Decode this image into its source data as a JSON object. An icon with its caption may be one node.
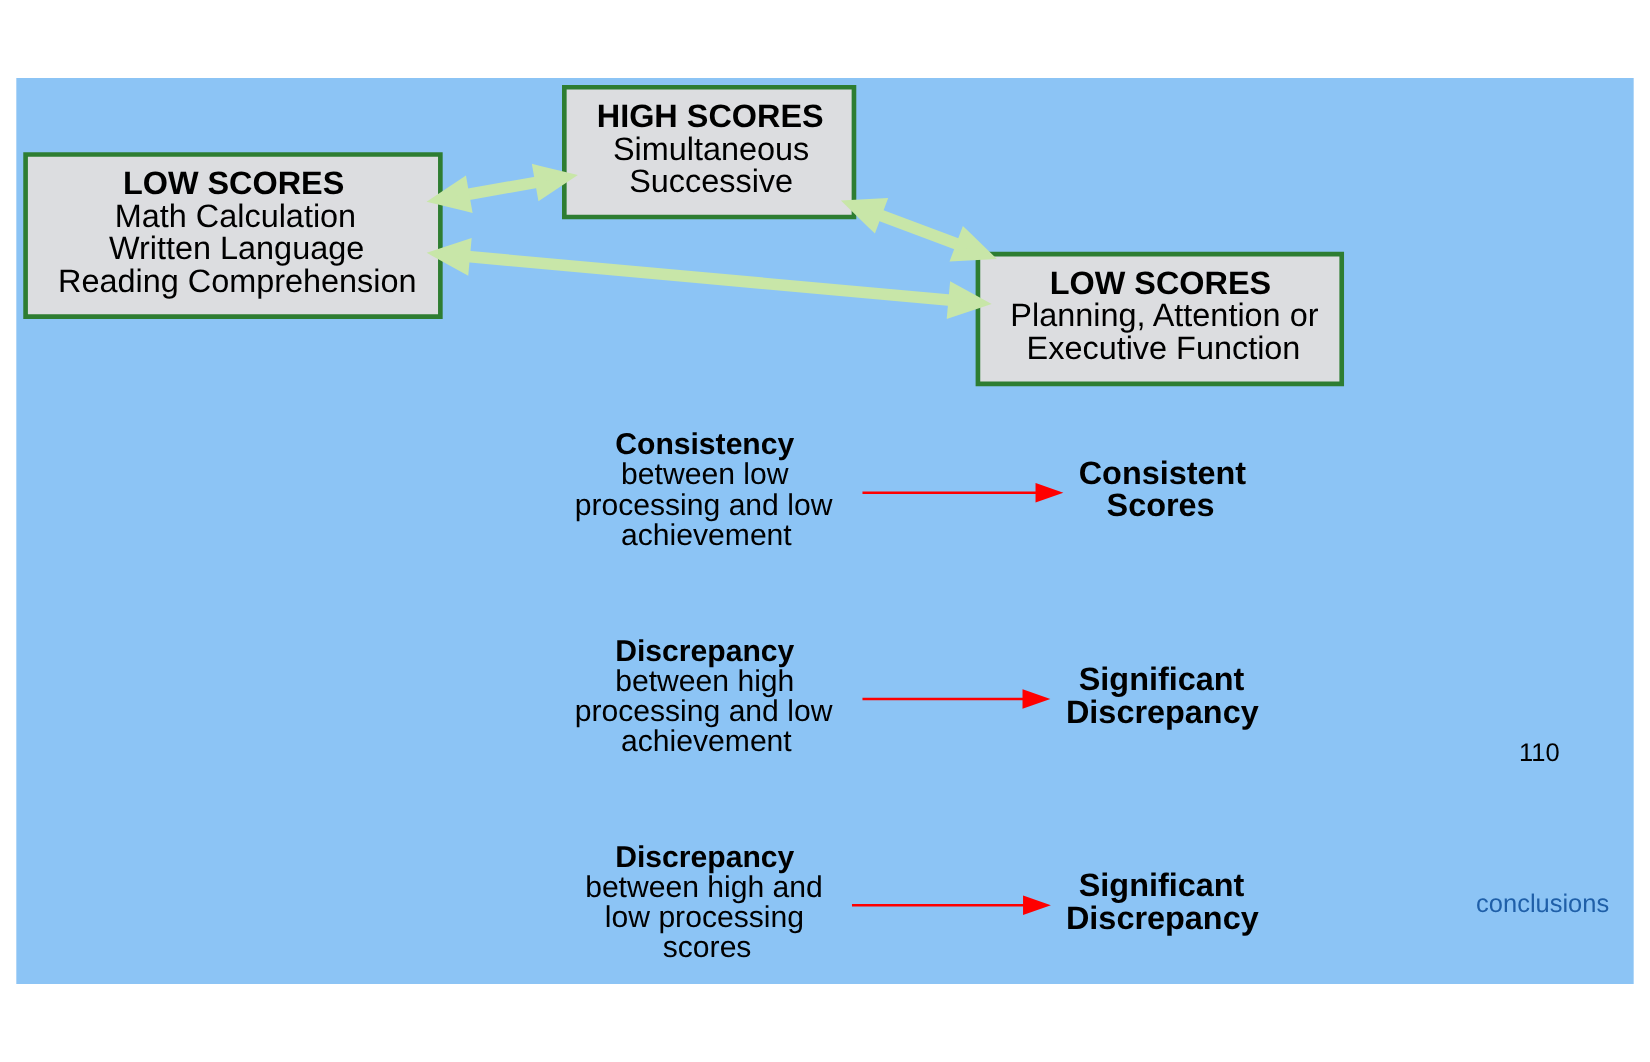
{
  "diagram": {
    "nodes": [
      {
        "text": [
          "**Discrepancy** between high and low processing scores"
        ]
      },
      {
        "text": [
          "**Discrepancy** between high processing and low achievement"
        ]
      },
      {
        "text": [
          "**Consistency** between low processing and low achievement"
        ]
      },
      {
        "text": [
          "HIGH SCORES",
          "Simultaneous Successive"
        ]
      },
      {
        "text": [
          "LOW SCORES",
          "Math Calculation Written Language Reading Comprehension"
        ]
      },
      {
        "text": [
          "LOW SCORES",
          "Planning, Attention or Executive Function"
        ]
      },
      {
        "text": [
          "Significant Discrepancy"
        ]
      },
      {
        "text": [
          "Significant Discrepancy"
        ]
      },
      {
        "text": [
          "Consistent Scores"
        ]
      }
    ],
    "edges": [
      {
        "from": 0,
        "to": 7,
        "arrow": "to",
        "color": "#ff0000"
      },
      {
        "from": 1,
        "to": 6,
        "arrow": "to",
        "color": "#ff0000"
      },
      {
        "from": 2,
        "to": 8,
        "arrow": "to",
        "color": "#ff0000"
      },
      {
        "from": 4,
        "to": 3,
        "arrow": "both",
        "style": "thick",
        "color": "#c8e6a8"
      },
      {
        "from": 3,
        "to": 5,
        "arrow": "both",
        "style": "thick",
        "color": "#c8e6a8"
      },
      {
        "from": 4,
        "to": 5,
        "arrow": "both",
        "style": "thick",
        "color": "#c8e6a8"
      }
    ],
    "labels": [
      "conclusions",
      "110"
    ]
  }
}
